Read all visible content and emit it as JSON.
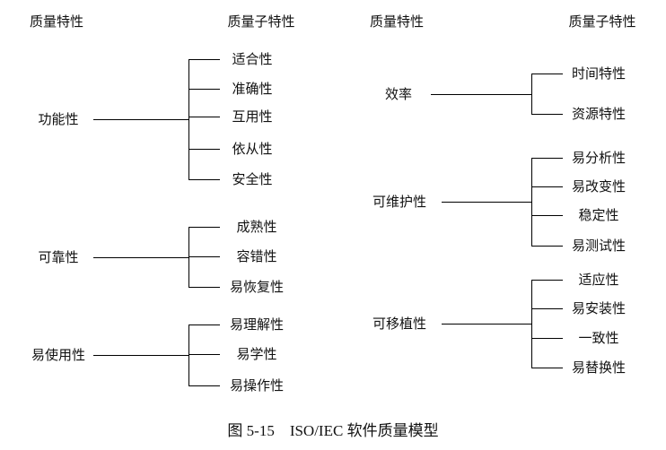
{
  "headers": {
    "left_quality": "质量特性",
    "left_sub": "质量子特性",
    "right_quality": "质量特性",
    "right_sub": "质量子特性"
  },
  "groups": [
    {
      "name": "功能性",
      "subs": [
        "适合性",
        "准确性",
        "互用性",
        "依从性",
        "安全性"
      ]
    },
    {
      "name": "可靠性",
      "subs": [
        "成熟性",
        "容错性",
        "易恢复性"
      ]
    },
    {
      "name": "易使用性",
      "subs": [
        "易理解性",
        "易学性",
        "易操作性"
      ]
    },
    {
      "name": "效率",
      "subs": [
        "时间特性",
        "资源特性"
      ]
    },
    {
      "name": "可维护性",
      "subs": [
        "易分析性",
        "易改变性",
        "稳定性",
        "易测试性"
      ]
    },
    {
      "name": "可移植性",
      "subs": [
        "适应性",
        "易安装性",
        "一致性",
        "易替换性"
      ]
    }
  ],
  "caption": "图 5-15　ISO/IEC 软件质量模型"
}
